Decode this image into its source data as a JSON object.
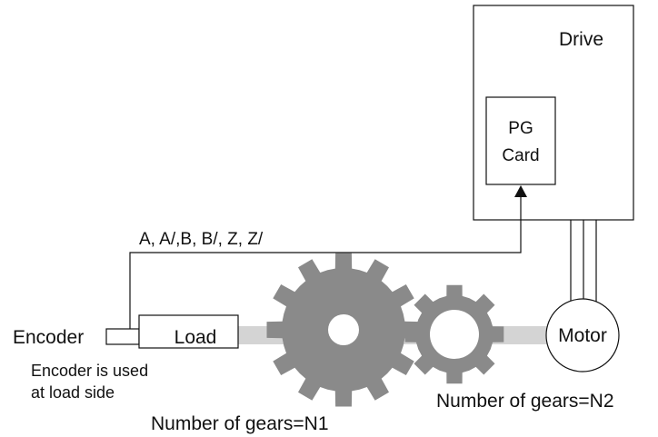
{
  "diagram": {
    "drive_label": "Drive",
    "pg_card_line1": "PG",
    "pg_card_line2": "Card",
    "signal_label": "A, A/,B, B/, Z, Z/",
    "encoder_label": "Encoder",
    "load_label": "Load",
    "motor_label": "Motor",
    "encoder_note_line1": "Encoder is used",
    "encoder_note_line2": "at load side",
    "gear1_label": "Number of gears=N1",
    "gear2_label": "Number of gears=N2"
  },
  "colors": {
    "gear": "#8a8a8a",
    "shaft": "#d4d4d4",
    "line": "#111111",
    "background": "#ffffff"
  },
  "gears": {
    "large": {
      "teeth": 12
    },
    "small": {
      "teeth": 8
    }
  }
}
